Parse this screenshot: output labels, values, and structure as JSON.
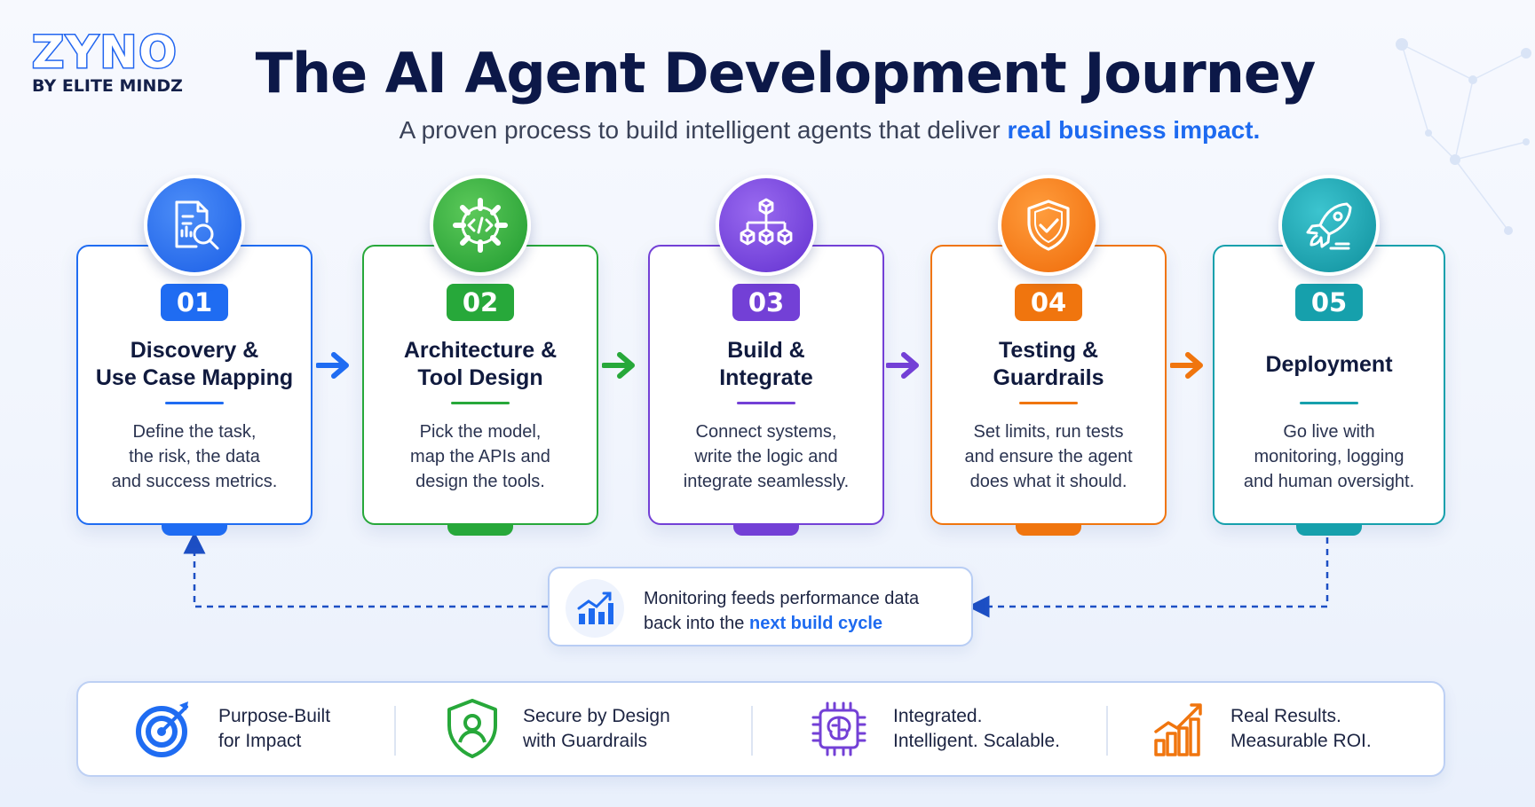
{
  "brand": {
    "name": "ZYNO",
    "tagline": "BY ELITE MINDZ",
    "accent": "#2266f0"
  },
  "title": "The AI Agent Development Journey",
  "subtitle": {
    "lead": "A proven process to build intelligent agents that deliver",
    "highlight": "real business impact."
  },
  "steps": [
    {
      "number": "01",
      "title_lines": [
        "Discovery &",
        "Use Case Mapping"
      ],
      "desc_lines": [
        "Define the task,",
        "the risk, the data",
        "and success metrics."
      ],
      "color": "#1f6cf2",
      "icon": "document-search-icon"
    },
    {
      "number": "02",
      "title_lines": [
        "Architecture &",
        "Tool Design"
      ],
      "desc_lines": [
        "Pick the model,",
        "map the APIs and",
        "design the tools."
      ],
      "color": "#27a83a",
      "icon": "gear-code-icon"
    },
    {
      "number": "03",
      "title_lines": [
        "Build &",
        "Integrate"
      ],
      "desc_lines": [
        "Connect systems,",
        "write the logic and",
        "integrate seamlessly."
      ],
      "color": "#7340d6",
      "icon": "connected-blocks-icon"
    },
    {
      "number": "04",
      "title_lines": [
        "Testing &",
        "Guardrails"
      ],
      "desc_lines": [
        "Set limits, run tests",
        "and ensure the agent",
        "does what it should."
      ],
      "color": "#f0750e",
      "icon": "shield-check-icon"
    },
    {
      "number": "05",
      "title_lines": [
        "Deployment"
      ],
      "desc_lines": [
        "Go live with",
        "monitoring, logging",
        "and human oversight."
      ],
      "color": "#16a0ac",
      "icon": "rocket-icon"
    }
  ],
  "feedback": {
    "line1": "Monitoring feeds performance data",
    "line2_lead": "back into the",
    "line2_highlight": "next build cycle",
    "icon": "growth-chart-icon"
  },
  "features": [
    {
      "lines": [
        "Purpose-Built",
        "for Impact"
      ],
      "icon": "target-icon",
      "color": "#1f6cf2"
    },
    {
      "lines": [
        "Secure by Design",
        "with Guardrails"
      ],
      "icon": "shield-user-icon",
      "color": "#27a83a"
    },
    {
      "lines": [
        "Integrated.",
        "Intelligent. Scalable."
      ],
      "icon": "brain-chip-icon",
      "color": "#7340d6"
    },
    {
      "lines": [
        "Real Results.",
        "Measurable ROI."
      ],
      "icon": "rising-bars-icon",
      "color": "#f0750e"
    }
  ]
}
